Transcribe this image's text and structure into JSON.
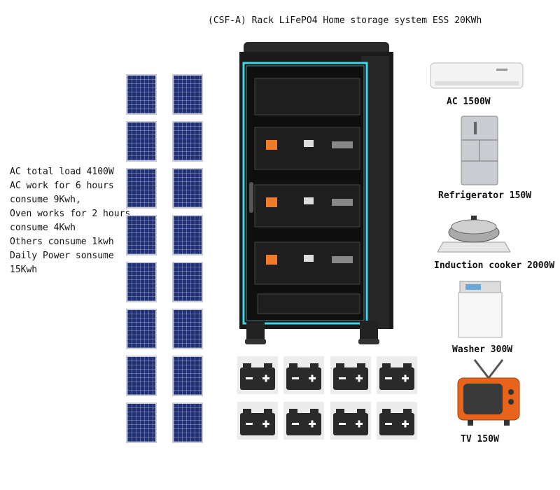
{
  "title": "(CSF-A) Rack LiFePO4 Home storage system ESS 20KWh",
  "notes": [
    "AC total load 4100W",
    "AC work for 6 hours",
    "consume 9Kwh,",
    "Oven works for 2 hours",
    "consume 4Kwh",
    "Others consume 1kwh",
    "Daily Power sonsume",
    "15Kwh"
  ],
  "appliances": [
    {
      "label": "AC 1500W",
      "icon": "air-conditioner-icon"
    },
    {
      "label": "Refrigerator 150W",
      "icon": "refrigerator-icon"
    },
    {
      "label": "Induction cooker 2000W",
      "icon": "induction-cooker-icon"
    },
    {
      "label": "Washer 300W",
      "icon": "washer-icon"
    },
    {
      "label": "TV 150W",
      "icon": "tv-icon"
    }
  ],
  "colors": {
    "panel": "#1f2f78",
    "cabinet": "#1a1a1a",
    "cabinet_glow": "#3fd6e6",
    "tv": "#e8641c",
    "battery_terminal": "#ef7a2a"
  }
}
